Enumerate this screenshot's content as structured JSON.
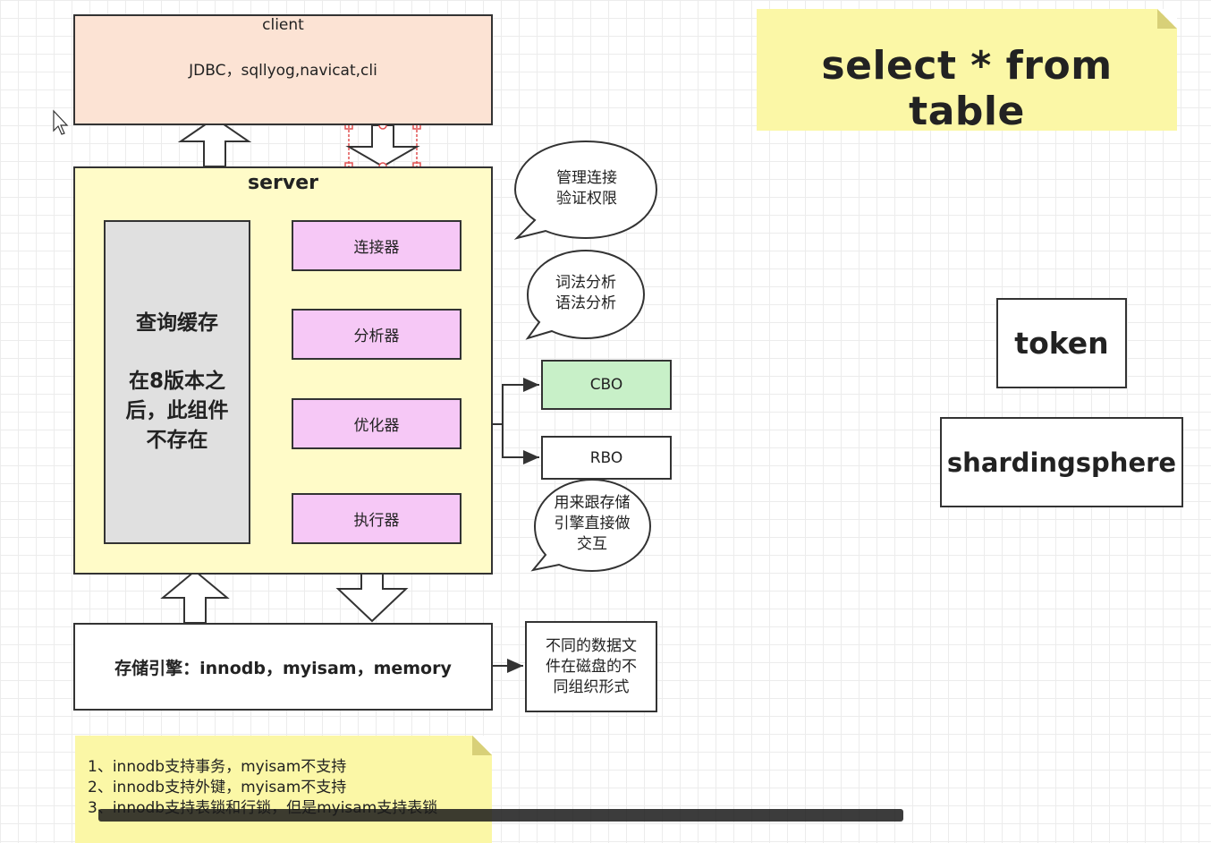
{
  "client": {
    "title": "client",
    "tools": "JDBC，sqllyog,navicat,cli"
  },
  "server": {
    "title": "server",
    "query_cache": {
      "title": "查询缓存",
      "note_lines": [
        "在8版本之",
        "后，此组件",
        "不存在"
      ]
    },
    "components": [
      "连接器",
      "分析器",
      "优化器",
      "执行器"
    ]
  },
  "optimizer_types": [
    "CBO",
    "RBO"
  ],
  "bubbles": {
    "connector": [
      "管理连接",
      "验证权限"
    ],
    "analyzer": [
      "词法分析",
      "语法分析"
    ],
    "executor": [
      "用来跟存储",
      "引擎直接做",
      "交互"
    ]
  },
  "storage": {
    "label": "存储引擎：innodb，myisam，memory",
    "note_lines": [
      "不同的数据文",
      "件在磁盘的不",
      "同组织形式"
    ]
  },
  "sql_note": "select * from table",
  "token_label": "token",
  "sharding_label": "shardingsphere",
  "engine_notes": [
    "1、innodb支持事务，myisam不支持",
    "2、innodb支持外键，myisam不支持",
    "3、innodb支持表锁和行锁，但是myisam支持表锁"
  ],
  "colors": {
    "client_fill": "#fce3d4",
    "server_fill": "#fffbc8",
    "component_fill": "#f6c8f6",
    "cbo_fill": "#c8f0c8",
    "cache_fill": "#e0e0e0",
    "sticky_fill": "#fbf7a6"
  }
}
